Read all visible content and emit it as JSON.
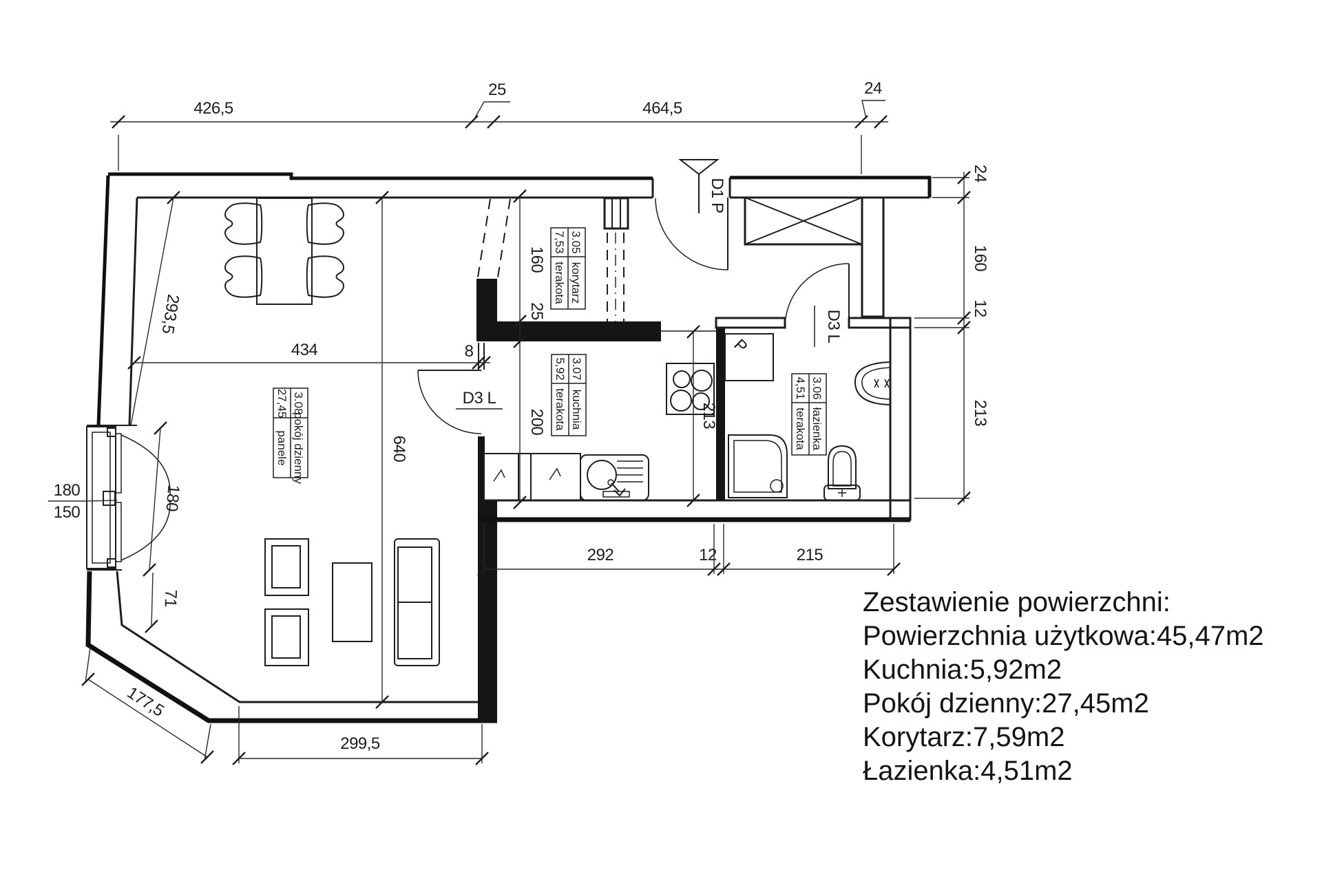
{
  "summary": {
    "title": "Zestawienie powierzchni:",
    "lines": [
      "Powierzchnia użytkowa:45,47m2",
      "Kuchnia:5,92m2",
      "Pokój dzienny:27,45m2",
      "Korytarz:7,59m2",
      "Łazienka:4,51m2"
    ]
  },
  "rooms": {
    "korytarz": {
      "number": "3.05",
      "name": "korytarz",
      "area": "7,53",
      "floor": "terakota"
    },
    "kuchnia": {
      "number": "3.07",
      "name": "kuchnia",
      "area": "5,92",
      "floor": "terakota"
    },
    "lazienka": {
      "number": "3.06",
      "name": "łazienka",
      "area": "4,51",
      "floor": "terakota"
    },
    "pokoj": {
      "number": "3.08",
      "name": "pokój dzienny",
      "area": "27,45",
      "floor": "panele"
    }
  },
  "doors": {
    "entry": "D1 P",
    "kitchen": "D3 L",
    "bath": "D3 L"
  },
  "appliances": {
    "washer": "P"
  },
  "dims": {
    "top": [
      "426,5",
      "25",
      "464,5",
      "24"
    ],
    "right": [
      "24",
      "160",
      "12",
      "213"
    ],
    "left": {
      "w2935": "293,5",
      "w180": "180",
      "w71": "71",
      "diag": "177,5",
      "frac_top": "180",
      "frac_bottom": "150"
    },
    "interior": {
      "w434": "434",
      "w8": "8",
      "w640": "640",
      "hall160": "160",
      "wall25": "25",
      "k200": "200",
      "k213": "213"
    },
    "bottom": {
      "b292": "292",
      "b12": "12",
      "b215": "215",
      "b2995": "299,5"
    }
  },
  "colors": {
    "line": "#1d1d1d",
    "background": "#ffffff"
  }
}
